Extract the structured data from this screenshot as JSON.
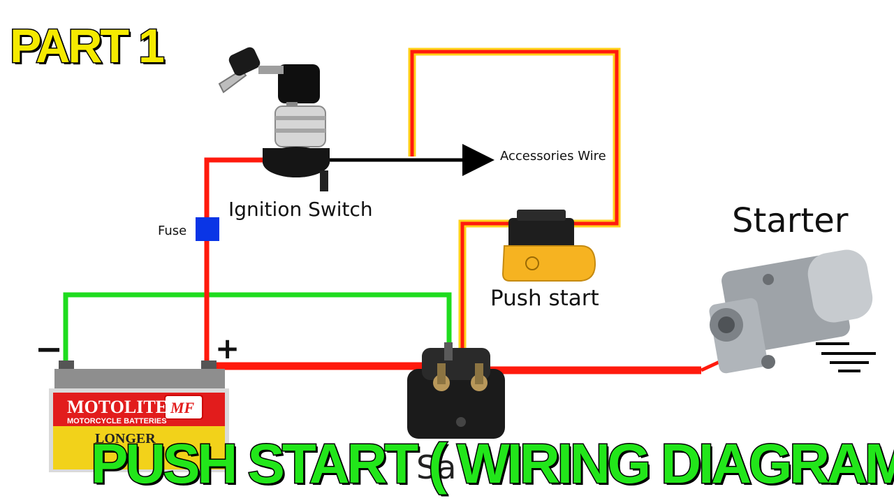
{
  "labels": {
    "part": "PART 1",
    "title": "PUSH START ( WIRING DIAGRAM  )",
    "ignition_switch": "Ignition Switch",
    "accessories_wire": "Accessories Wire",
    "fuse": "Fuse",
    "push_start": "Push start",
    "starter": "Starter",
    "battery_negative": "−",
    "battery_positive": "+",
    "solenoid_partial": "Sa"
  },
  "battery": {
    "brand": "MOTOLITE",
    "subtitle": "MOTORCYCLE BATTERIES",
    "badge": "MF",
    "tagline": "LONGER"
  },
  "colors": {
    "positive_wire": "#ff1a0d",
    "negative_wire": "#1fdc1f",
    "accessory_wire": "#000000",
    "wire_highlight": "#ffd21a",
    "fuse": "#0a35e6",
    "title_fill": "#22e61a",
    "part_fill": "#f5ea00"
  }
}
